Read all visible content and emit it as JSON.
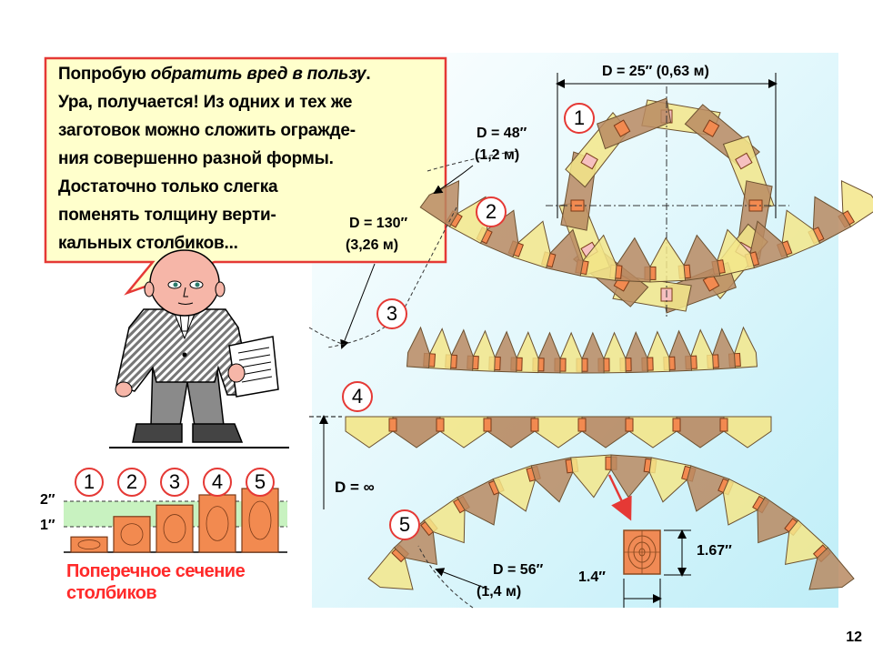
{
  "bubble": {
    "line1_a": "Попробую ",
    "line1_b": "обратить вред в пользу",
    "line1_c": ".",
    "line2": "Ура, получается!  Из одних и тех же",
    "line3": "заготовок можно сложить огражде-",
    "line4": "ния совершенно разной формы.",
    "line5": "Достаточно только слегка",
    "line6": "поменять толщину верти-",
    "line7": "кальных столбиков..."
  },
  "diameters": {
    "d1": "D = 25″ (0,63 м)",
    "d2a": "D = 48″",
    "d2b": "(1,2 м)",
    "d3a": "D = 130″",
    "d3b": "(3,26 м)",
    "d4": "D = ∞",
    "d5a": "D = 56″",
    "d5b": "(1,4 м)"
  },
  "shapes": [
    "1",
    "2",
    "3",
    "4",
    "5"
  ],
  "post": {
    "height": "1.67″",
    "width": "1.4″"
  },
  "cross_section": {
    "labels": [
      "1",
      "2",
      "3",
      "4",
      "5"
    ],
    "axis": [
      "2″",
      "1″"
    ],
    "caption_1": "Поперечное сечение",
    "caption_2": "столбиков",
    "heights": [
      0.6,
      1.4,
      1.85,
      2.25,
      2.5
    ]
  },
  "page": "12",
  "colors": {
    "panel": "#d6f4fb",
    "wood_light": "#f3e68a",
    "wood_dark": "#b88a62",
    "post": "#f28a50",
    "accent_red": "#e53935"
  }
}
